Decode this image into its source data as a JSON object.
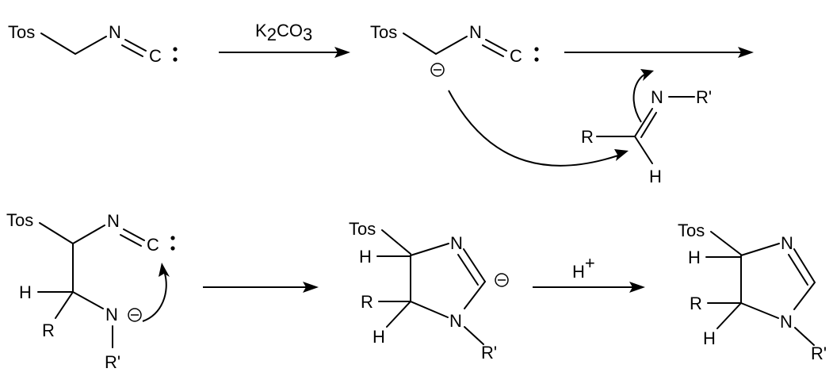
{
  "labels": {
    "tos": "Tos",
    "nitrogen": "N",
    "carbon": "C",
    "r_group": "R",
    "r_prime": "R'",
    "hydrogen": "H"
  },
  "reagents": {
    "base_k": "K",
    "base_k_sub": "2",
    "base_co": "CO",
    "base_co_sub": "3",
    "acid_h": "H",
    "acid_plus": "+"
  }
}
